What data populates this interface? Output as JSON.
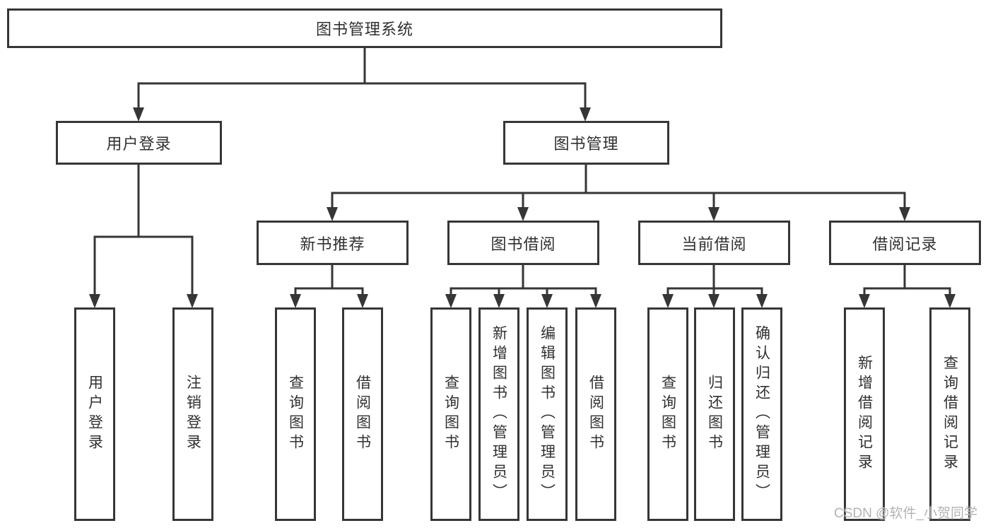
{
  "tree": {
    "label": "图书管理系统",
    "children": [
      {
        "label": "用户登录",
        "children": [
          {
            "label": "用户登录"
          },
          {
            "label": "注销登录"
          }
        ]
      },
      {
        "label": "图书管理",
        "children": [
          {
            "label": "新书推荐",
            "children": [
              {
                "label": "查询图书"
              },
              {
                "label": "借阅图书"
              }
            ]
          },
          {
            "label": "图书借阅",
            "children": [
              {
                "label": "查询图书"
              },
              {
                "label": "新增图书（管理员）"
              },
              {
                "label": "编辑图书（管理员）"
              },
              {
                "label": "借阅图书"
              }
            ]
          },
          {
            "label": "当前借阅",
            "children": [
              {
                "label": "查询图书"
              },
              {
                "label": "归还图书"
              },
              {
                "label": "确认归还（管理员）"
              }
            ]
          },
          {
            "label": "借阅记录",
            "children": [
              {
                "label": "新增借阅记录"
              },
              {
                "label": "查询借阅记录"
              }
            ]
          }
        ]
      }
    ]
  },
  "watermark": "CSDN @软件_小贺同学",
  "colors": {
    "line": "#363636",
    "text": "#303030",
    "background": "#ffffff",
    "watermark": "#b3b3b3"
  }
}
